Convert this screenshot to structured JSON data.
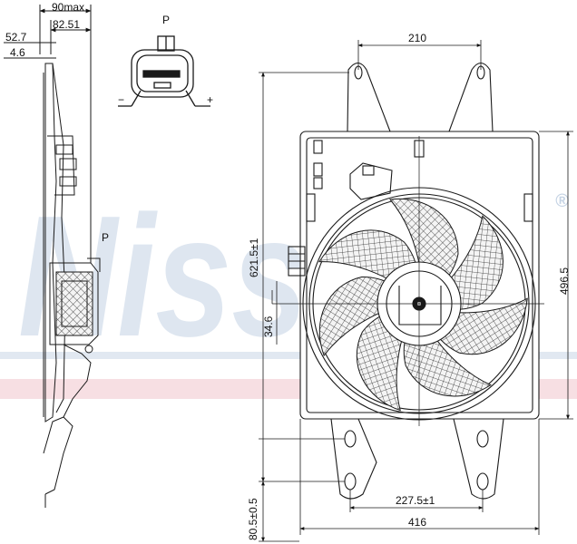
{
  "watermark": {
    "text": "Nissens",
    "registered": "®",
    "color": "#b7c9de",
    "band_color": "#e9a3ae"
  },
  "connector": {
    "label": "P",
    "minus": "−",
    "plus": "+"
  },
  "side_view": {
    "dim_overall": "90max",
    "dim_depth": "82.51",
    "dim_frame": "52.7",
    "dim_small": "4.6",
    "connector_label": "P"
  },
  "front_view": {
    "dim_top_mounts": "210",
    "dim_height_total": "621.5±1",
    "dim_height_frame": "496.5",
    "dim_hub_offset": "34.6",
    "dim_bottom_offset": "80.5±0.5",
    "dim_bottom_mounts": "227.5±1",
    "dim_width": "416"
  },
  "colors": {
    "line": "#1a1a1a",
    "hatch": "#333333"
  }
}
